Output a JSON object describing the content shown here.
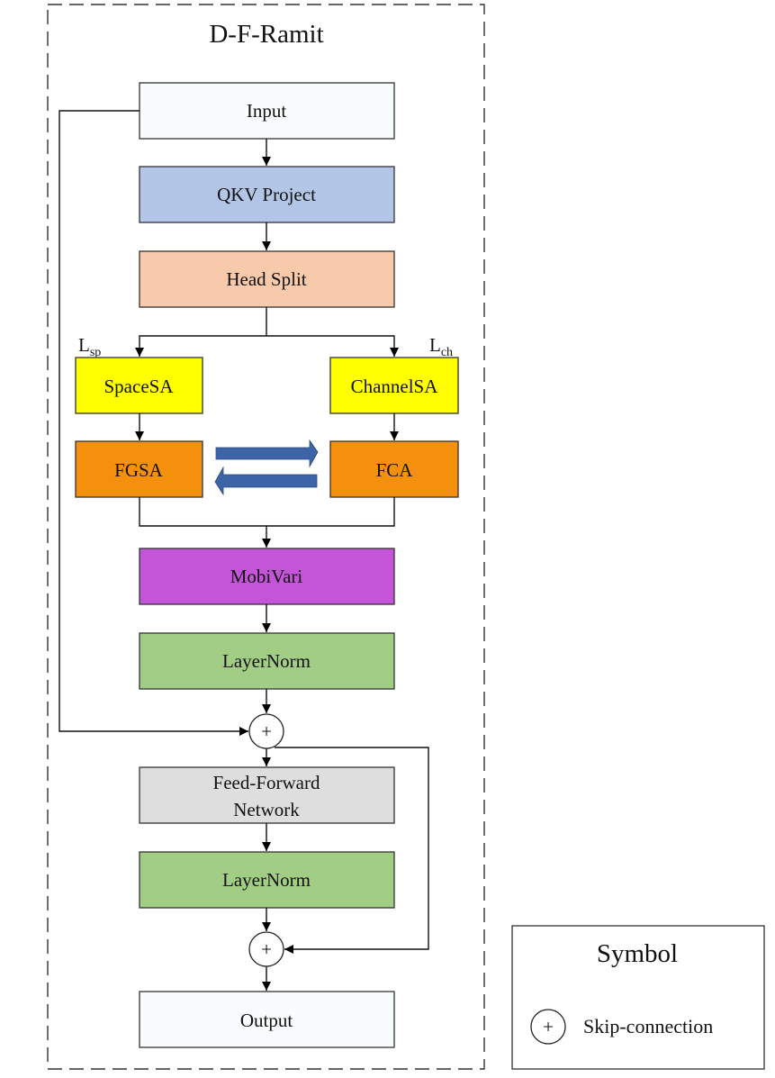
{
  "title": "D-F-Ramit",
  "blocks": {
    "input": {
      "label": "Input",
      "color": "#F8FCFC"
    },
    "qkv": {
      "label": "QKV Project",
      "color": "#B4C6E7"
    },
    "head_split": {
      "label": "Head Split",
      "color": "#F7CAAC"
    },
    "space_sa": {
      "label": "SpaceSA",
      "color": "#FFFF00"
    },
    "channel_sa": {
      "label": "ChannelSA",
      "color": "#FFFF00"
    },
    "fgsa": {
      "label": "FGSA",
      "color": "#F4900C"
    },
    "fca": {
      "label": "FCA",
      "color": "#F4900C"
    },
    "mobivari": {
      "label": "MobiVari",
      "color": "#C455D8"
    },
    "layernorm1": {
      "label": "LayerNorm",
      "color": "#A2CD84"
    },
    "ffn": {
      "label_line1": "Feed-Forward",
      "label_line2": "Network",
      "color": "#DEDEDE"
    },
    "layernorm2": {
      "label": "LayerNorm",
      "color": "#A2CD84"
    },
    "output": {
      "label": "Output",
      "color": "#F8FCFC"
    }
  },
  "branch_labels": {
    "left": {
      "main": "L",
      "sub": "sp"
    },
    "right": {
      "main": "L",
      "sub": "ch"
    }
  },
  "exchange_arrow_color": "#3E64A8",
  "skip_symbol": "+",
  "legend": {
    "title": "Symbol",
    "items": [
      {
        "symbol": "+",
        "label": "Skip-connection"
      }
    ]
  }
}
